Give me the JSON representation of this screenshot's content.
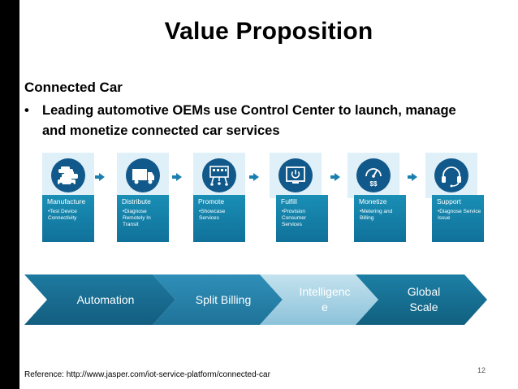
{
  "slide": {
    "title": "Value Proposition",
    "subtitle": "Connected Car",
    "bullet": "Leading automotive OEMs use Control Center to launch, manage and monetize connected car services",
    "bullet_marker": "•",
    "reference": "Reference: http://www.jasper.com/iot-service-platform/connected-car",
    "page_number": "12"
  },
  "steps": [
    {
      "title": "Manufacture",
      "desc": "•Test Device Connectivity",
      "icon": "cars-icon"
    },
    {
      "title": "Distribute",
      "desc": "•Diagnose Remotely In Transit",
      "icon": "truck-icon"
    },
    {
      "title": "Promote",
      "desc": "•Showcase Services",
      "icon": "display-board-icon"
    },
    {
      "title": "Fulfill",
      "desc": "•Provision Consumer Services",
      "icon": "power-screen-icon"
    },
    {
      "title": "Monetize",
      "desc": "•Metering and Billing",
      "icon": "meter-money-icon",
      "icon_text": "$$"
    },
    {
      "title": "Support",
      "desc": "•Diagnose Service Issue",
      "icon": "headset-icon"
    }
  ],
  "chevrons": [
    {
      "label": "Automation"
    },
    {
      "label": "Split Billing"
    },
    {
      "label": "Intelligenc\ne"
    },
    {
      "label": "Global\nScale"
    }
  ],
  "colors": {
    "step_box": "#1a8fb6",
    "icon_circle": "#11598a",
    "icon_bg": "#dff0f8",
    "arrow": "#1a7fae",
    "chevron_dark": "#1a6d8f",
    "chevron_mid": "#3a94bb",
    "chevron_light": "#9fcfe3"
  }
}
